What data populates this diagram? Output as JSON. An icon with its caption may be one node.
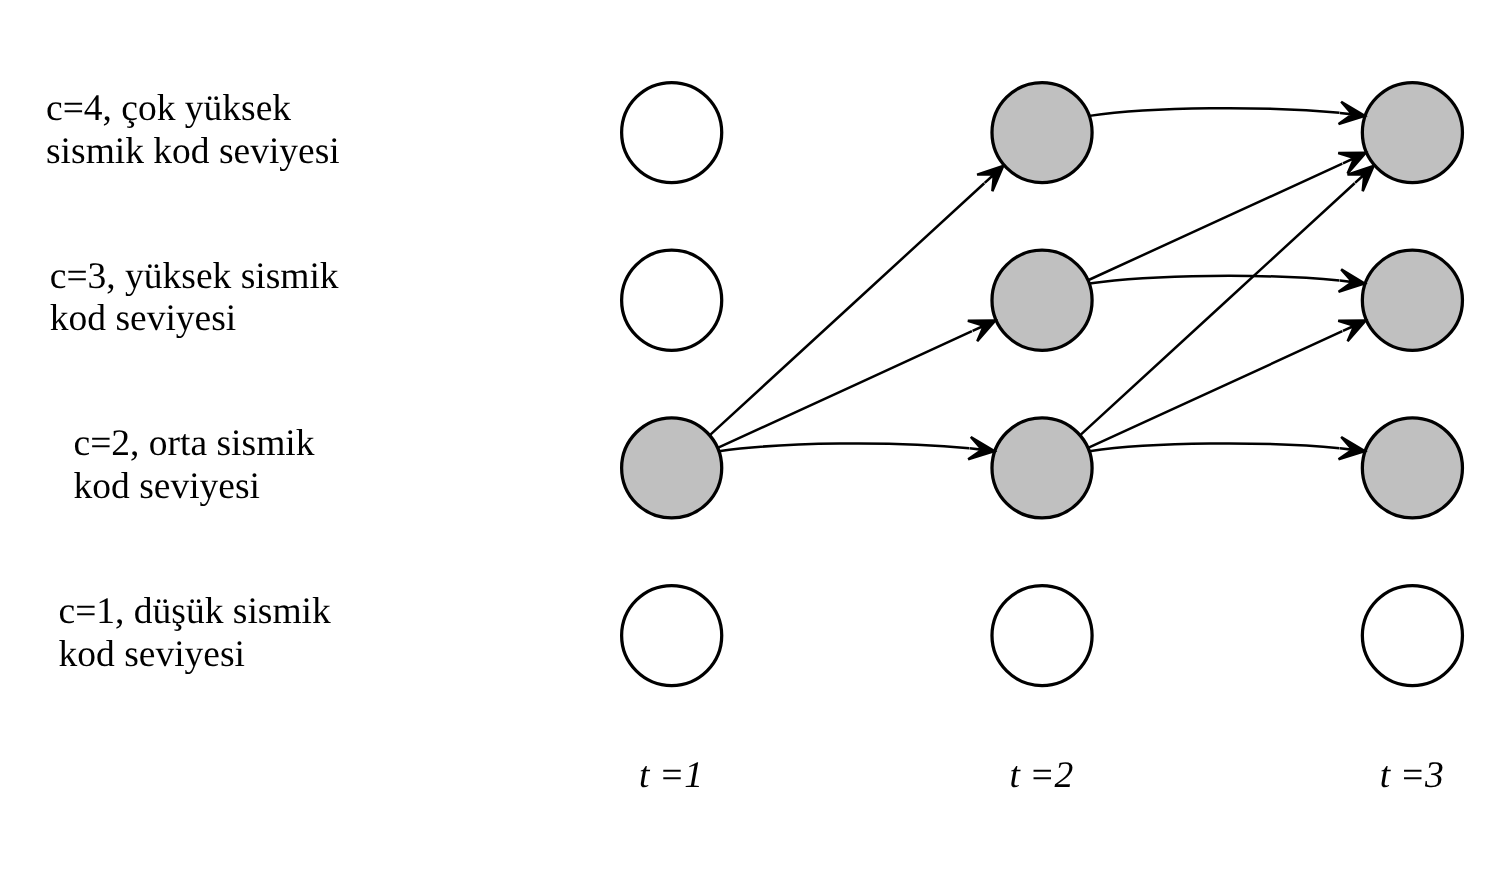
{
  "diagram": {
    "nodes": [
      {
        "text": [],
        "shape": "circle"
      },
      {
        "text": [],
        "shape": "circle"
      },
      {
        "text": [],
        "shape": "circle"
      },
      {
        "text": [],
        "shape": "circle"
      },
      {
        "text": [],
        "shape": "circle"
      },
      {
        "text": [],
        "shape": "circle"
      },
      {
        "text": [],
        "shape": "circle"
      },
      {
        "text": [],
        "shape": "circle"
      },
      {
        "text": [],
        "shape": "circle"
      },
      {
        "text": [],
        "shape": "circle"
      },
      {
        "text": [],
        "shape": "circle"
      },
      {
        "text": [],
        "shape": "circle"
      }
    ],
    "edges": [
      {
        "from": 6,
        "to": 1,
        "arrow": "to"
      },
      {
        "from": 6,
        "to": 4,
        "arrow": "to"
      },
      {
        "from": 6,
        "to": 7,
        "arrow": "to"
      },
      {
        "from": 1,
        "to": 2,
        "arrow": "to"
      },
      {
        "from": 4,
        "to": 2,
        "arrow": "to"
      },
      {
        "from": 4,
        "to": 5,
        "arrow": "to"
      },
      {
        "from": 7,
        "to": 2,
        "arrow": "to"
      },
      {
        "from": 7,
        "to": 5,
        "arrow": "to"
      },
      {
        "from": 7,
        "to": 8,
        "arrow": "to"
      }
    ],
    "labels": [
      "c=4, çok yüksek sismik kod seviyesi",
      "c=3, yüksek sismik kod seviyesi",
      "c=2, orta sismik kod seviyesi",
      "c=1, düşük sismik kod seviyesi",
      "t =1",
      "t =2",
      "t =3"
    ]
  }
}
